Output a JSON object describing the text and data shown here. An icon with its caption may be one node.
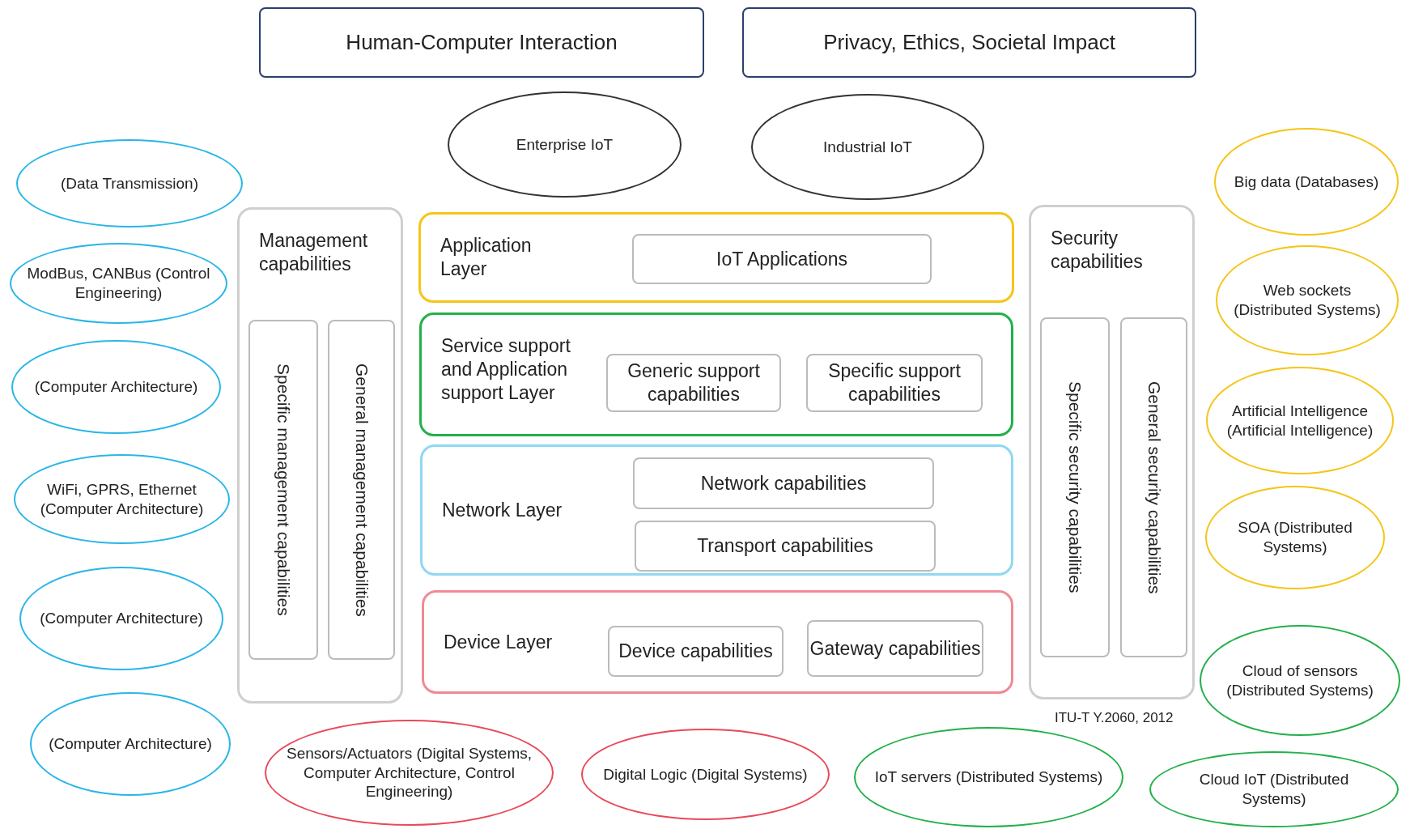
{
  "diagram": {
    "nodes": [
      {
        "text": [
          "Human-Computer Interaction"
        ]
      },
      {
        "text": [
          "Privacy, Ethics, Societal Impact"
        ]
      },
      {
        "text": [
          "Enterprise IoT"
        ]
      },
      {
        "text": [
          "Industrial IoT"
        ]
      },
      {
        "text": [
          "(Data Transmission)"
        ]
      },
      {
        "text": [
          "ModBus, CANBus (Control Engineering)"
        ]
      },
      {
        "text": [
          "(Computer Architecture)"
        ]
      },
      {
        "text": [
          "WiFi, GPRS, Ethernet (Computer Architecture)"
        ]
      },
      {
        "text": [
          "(Computer Architecture)"
        ]
      },
      {
        "text": [
          "(Computer Architecture)"
        ]
      },
      {
        "text": [
          "Management capabilities"
        ]
      },
      {
        "text": [
          "Specific management capabilities"
        ],
        "in": 10
      },
      {
        "text": [
          "General management capabilities"
        ],
        "in": 10
      },
      {
        "text": [
          "Application Layer"
        ]
      },
      {
        "text": [
          "IoT Applications"
        ],
        "in": 13
      },
      {
        "text": [
          "Service support and Application support Layer"
        ]
      },
      {
        "text": [
          "Generic support capabilities"
        ],
        "in": 15
      },
      {
        "text": [
          "Specific support capabilities"
        ],
        "in": 15
      },
      {
        "text": [
          "Network Layer"
        ]
      },
      {
        "text": [
          "Network capabilities"
        ],
        "in": 18
      },
      {
        "text": [
          "Transport capabilities"
        ],
        "in": 18
      },
      {
        "text": [
          "Device Layer"
        ]
      },
      {
        "text": [
          "Device capabilities"
        ],
        "in": 21
      },
      {
        "text": [
          "Gateway capabilities"
        ],
        "in": 21
      },
      {
        "text": [
          "Security capabilities"
        ]
      },
      {
        "text": [
          "Specific security capabilities"
        ],
        "in": 24
      },
      {
        "text": [
          "General security capabilities"
        ],
        "in": 24
      },
      {
        "text": [
          "Big data (Databases)"
        ]
      },
      {
        "text": [
          "Web sockets (Distributed Systems)"
        ]
      },
      {
        "text": [
          "Artificial Intelligence (Artificial Intelligence)"
        ]
      },
      {
        "text": [
          "SOA (Distributed Systems)"
        ]
      },
      {
        "text": [
          "Cloud of sensors (Distributed Systems)"
        ]
      },
      {
        "text": [
          "Cloud IoT (Distributed Systems)"
        ]
      },
      {
        "text": [
          "Sensors/Actuators (Digital Systems, Computer Architecture, Control Engineering)"
        ]
      },
      {
        "text": [
          "Digital Logic (Digital Systems)"
        ]
      },
      {
        "text": [
          "IoT servers (Distributed Systems)"
        ]
      }
    ],
    "labels": [
      "ITU-T Y.2060, 2012"
    ]
  }
}
